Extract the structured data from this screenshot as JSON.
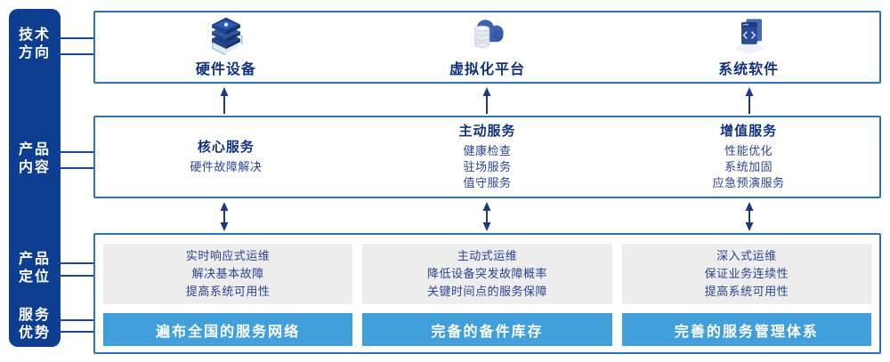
{
  "colors": {
    "sidebar_blue": "#0d3e90",
    "box_border_blue": "#2e74b5",
    "heading_navy": "#13327e",
    "body_navy": "#2c4490",
    "banner_blue": "#41a0da",
    "panel_gray": "#ededed",
    "arrow_navy": "#1e3a7d",
    "connector_blue": "#1c469c"
  },
  "sidebar": {
    "items": [
      {
        "label": "技术\n方向"
      },
      {
        "label": "产品\n内容"
      },
      {
        "label": "产品\n定位"
      },
      {
        "label": "服务\n优势"
      }
    ]
  },
  "tech_row": {
    "items": [
      {
        "icon": "server-stack-icon",
        "label": "硬件设备"
      },
      {
        "icon": "cloud-database-icon",
        "label": "虚拟化平台"
      },
      {
        "icon": "code-window-icon",
        "label": "系统软件"
      }
    ]
  },
  "services_row": {
    "columns": [
      {
        "title": "核心服务",
        "items": [
          "硬件故障解决"
        ]
      },
      {
        "title": "主动服务",
        "items": [
          "健康检查",
          "驻场服务",
          "值守服务"
        ]
      },
      {
        "title": "增值服务",
        "items": [
          "性能优化",
          "系统加固",
          "应急预演服务"
        ]
      }
    ]
  },
  "positioning_row": {
    "columns": [
      {
        "lines": [
          "实时响应式运维",
          "解决基本故障",
          "提高系统可用性"
        ],
        "banner": "遍布全国的服务网络"
      },
      {
        "lines": [
          "主动式运维",
          "降低设备突发故障概率",
          "关键时间点的服务保障"
        ],
        "banner": "完备的备件库存"
      },
      {
        "lines": [
          "深入式运维",
          "保证业务连续性",
          "提高系统可用性"
        ],
        "banner": "完善的服务管理体系"
      }
    ]
  }
}
